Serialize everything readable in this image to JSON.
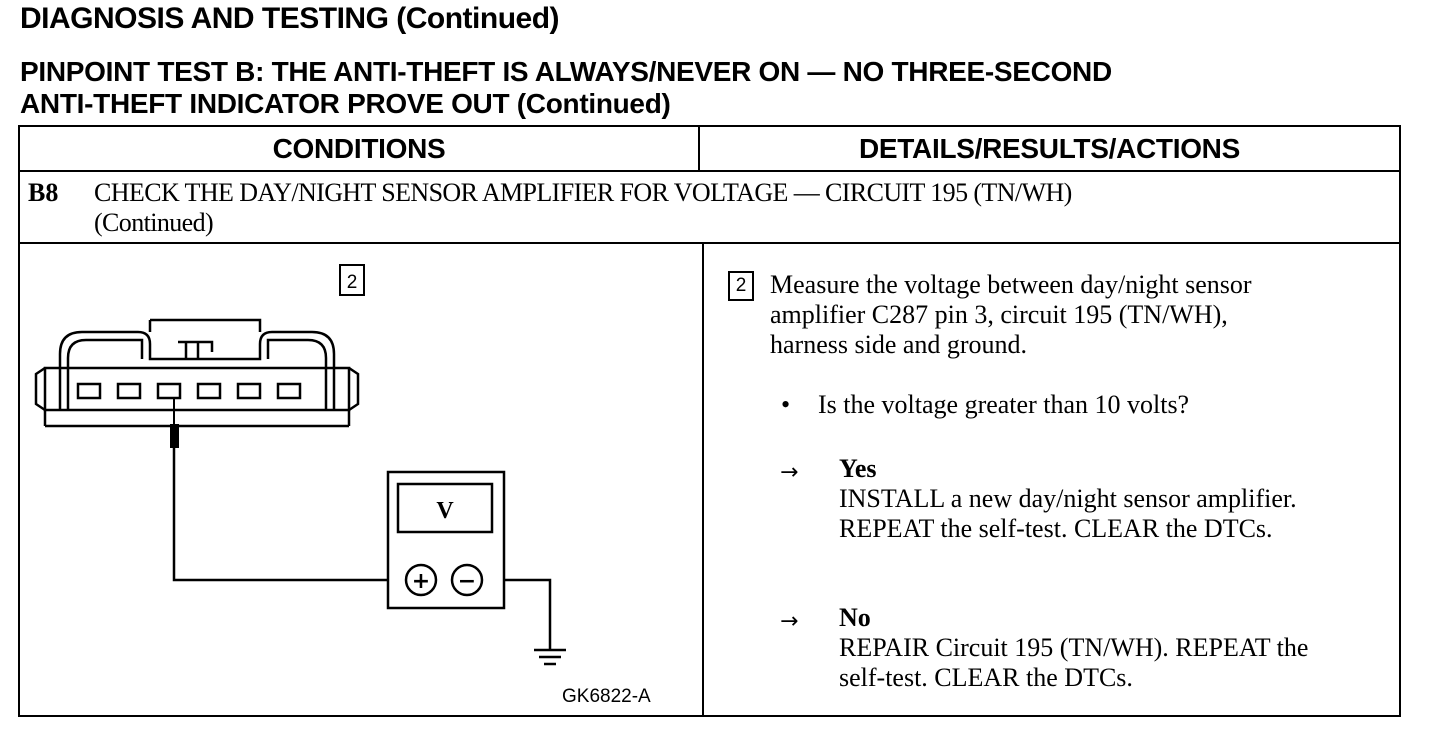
{
  "page": {
    "heading": "DIAGNOSIS AND TESTING (Continued)",
    "test_title_line1": "PINPOINT TEST B: THE ANTI-THEFT IS ALWAYS/NEVER ON — NO THREE-SECOND",
    "test_title_line2": "ANTI-THEFT INDICATOR PROVE OUT (Continued)"
  },
  "table": {
    "col_conditions": "CONDITIONS",
    "col_details": "DETAILS/RESULTS/ACTIONS",
    "step": {
      "id": "B8",
      "title_line1": "CHECK THE DAY/NIGHT SENSOR AMPLIFIER FOR VOLTAGE — CIRCUIT 195 (TN/WH)",
      "title_line2": "(Continued)"
    }
  },
  "diagram": {
    "callout": "2",
    "meter_symbol": "V",
    "plus_symbol": "+",
    "minus_symbol": "−",
    "figure_id": "GK6822-A"
  },
  "details": {
    "callout": "2",
    "measure_line1": "Measure the voltage between day/night sensor",
    "measure_line2": "amplifier C287 pin 3, circuit 195 (TN/WH),",
    "measure_line3": "harness side and ground.",
    "bullet": "•",
    "question": "Is the voltage greater than 10 volts?",
    "arrow": "→",
    "yes_label": "Yes",
    "yes_line1": "INSTALL a new day/night sensor amplifier.",
    "yes_line2": "REPEAT the self-test. CLEAR the DTCs.",
    "no_label": "No",
    "no_line1": "REPAIR Circuit 195 (TN/WH). REPEAT the",
    "no_line2": "self-test. CLEAR the DTCs."
  }
}
